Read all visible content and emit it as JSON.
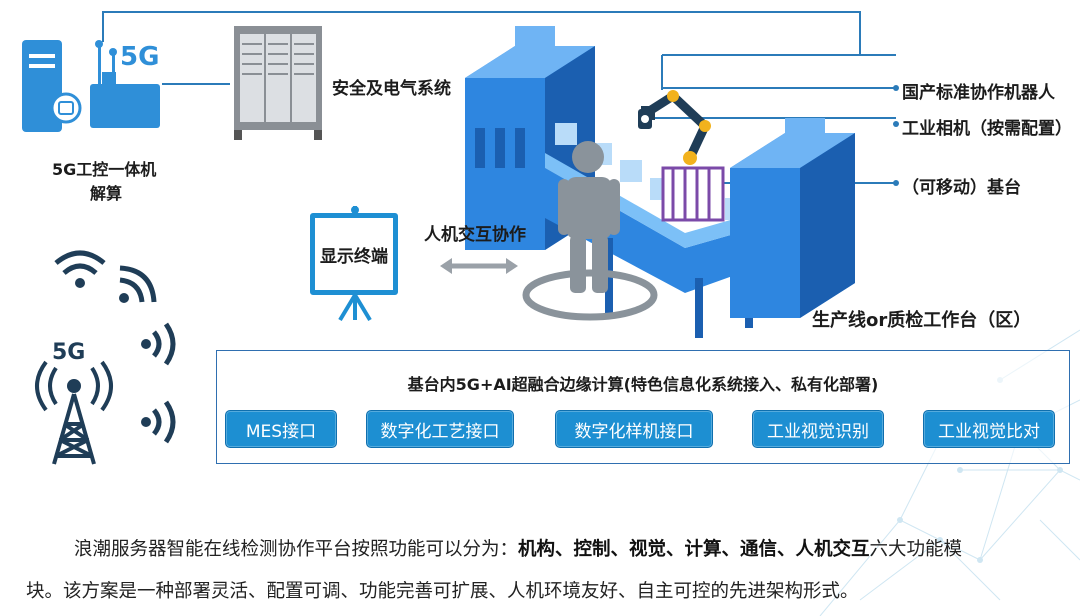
{
  "labels": {
    "safety_electric": "安全及电气系统",
    "industrial_pc_line1": "5G工控一体机",
    "industrial_pc_line2": "解算",
    "robot": "国产标准协作机器人",
    "camera": "工业相机（按需配置）",
    "base": "（可移动）基台",
    "hmi": "人机交互协作",
    "display": "显示终端",
    "production_line": "生产线or质检工作台（区）",
    "fiveg_badge": "5G",
    "fiveg_tower_badge": "5G"
  },
  "platform": {
    "title": "基台内5G+AI超融合边缘计算(特色信息化系统接入、私有化部署)",
    "interfaces": [
      {
        "label": "MES接口"
      },
      {
        "label": "数字化工艺接口"
      },
      {
        "label": "数字化样机接口"
      },
      {
        "label": "工业视觉识别"
      },
      {
        "label": "工业视觉比对"
      }
    ]
  },
  "caption": {
    "line1_prefix": "浪潮服务器智能在线检测协作平台按照功能可以分为：",
    "line1_bold": "机构、控制、视觉、计算、通信、人机交互",
    "line1_suffix": "六大功能模",
    "line2": "块。该方案是一种部署灵活、配置可调、功能完善可扩展、人机环境友好、自主可控的先进架构形式。"
  },
  "colors": {
    "accent_blue": "#1d8fd2",
    "line_blue": "#2b7bb9",
    "machine_blue": "#2e86e0"
  }
}
